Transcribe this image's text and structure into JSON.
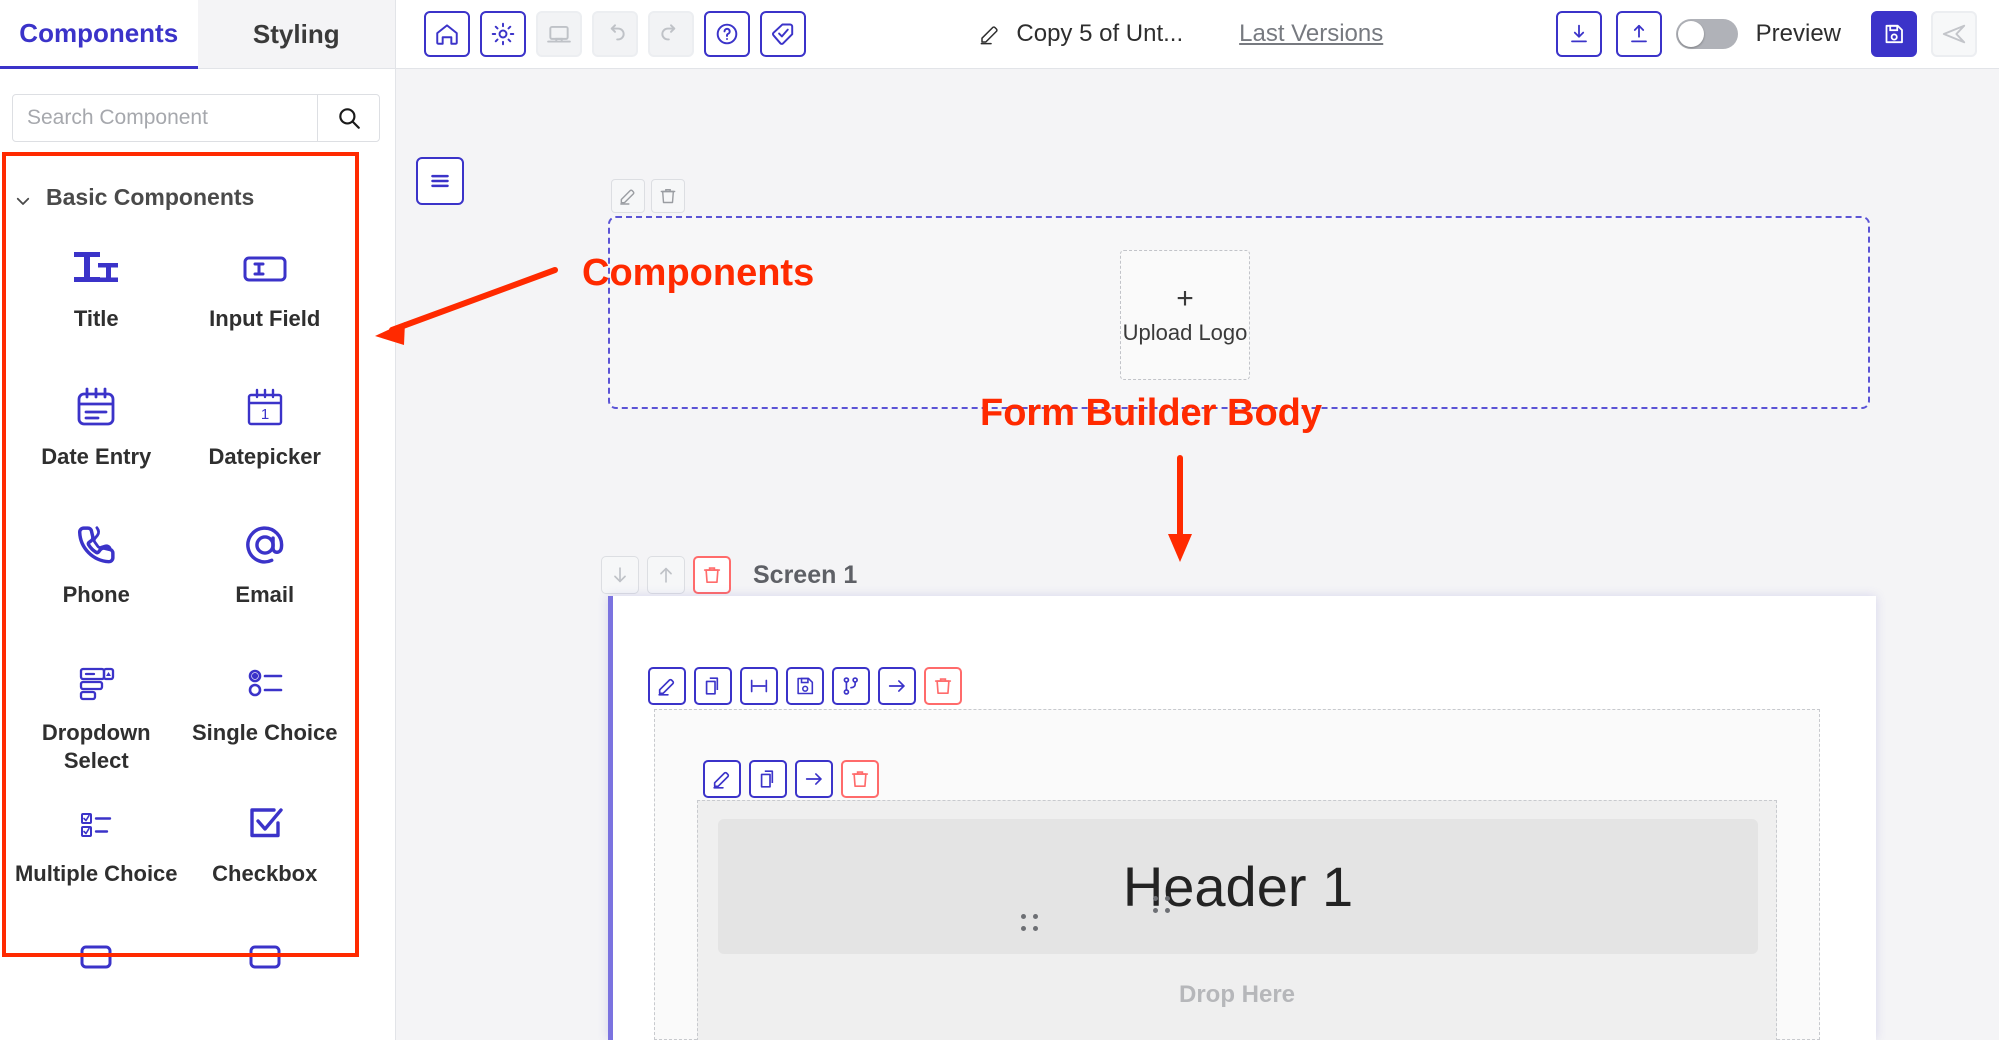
{
  "app": {
    "accent_color": "#3b33c9",
    "annotation_color": "#ff2a00",
    "danger_color": "#ff6b6b"
  },
  "left_panel": {
    "tabs": [
      {
        "label": "Components",
        "active": true
      },
      {
        "label": "Styling",
        "active": false
      }
    ],
    "search": {
      "placeholder": "Search Component",
      "value": "",
      "icon": "search-icon"
    },
    "group": {
      "label": "Basic Components",
      "expanded": true,
      "chevron_icon": "chevron-down-icon"
    },
    "components": [
      {
        "label": "Title",
        "icon": "title-icon"
      },
      {
        "label": "Input Field",
        "icon": "input-field-icon"
      },
      {
        "label": "Date Entry",
        "icon": "date-entry-icon"
      },
      {
        "label": "Datepicker",
        "icon": "datepicker-icon"
      },
      {
        "label": "Phone",
        "icon": "phone-icon"
      },
      {
        "label": "Email",
        "icon": "email-icon"
      },
      {
        "label": "Dropdown Select",
        "icon": "dropdown-select-icon"
      },
      {
        "label": "Single Choice",
        "icon": "single-choice-icon"
      },
      {
        "label": "Multiple Choice",
        "icon": "multiple-choice-icon"
      },
      {
        "label": "Checkbox",
        "icon": "checkbox-icon"
      }
    ]
  },
  "toolbar": {
    "left_buttons": [
      {
        "icon": "home-icon",
        "enabled": true
      },
      {
        "icon": "gear-icon",
        "enabled": true
      },
      {
        "icon": "laptop-icon",
        "enabled": false
      },
      {
        "icon": "undo-icon",
        "enabled": false
      },
      {
        "icon": "redo-icon",
        "enabled": false
      },
      {
        "icon": "help-icon",
        "enabled": true
      },
      {
        "icon": "tag-check-icon",
        "enabled": true
      }
    ],
    "document_title": "Copy 5 of Unt...",
    "edit_title_icon": "pencil-icon",
    "last_versions_label": "Last Versions",
    "right_buttons": [
      {
        "icon": "download-icon",
        "enabled": true
      },
      {
        "icon": "upload-icon",
        "enabled": true
      }
    ],
    "preview": {
      "label": "Preview",
      "enabled": false
    },
    "save": {
      "icon": "save-disk-icon",
      "enabled": true
    },
    "send": {
      "icon": "send-icon",
      "enabled": false
    }
  },
  "canvas": {
    "menu_button_icon": "hamburger-icon",
    "header_zone": {
      "tools": [
        {
          "icon": "pencil-icon"
        },
        {
          "icon": "trash-icon"
        }
      ],
      "upload_logo": {
        "plus": "+",
        "label": "Upload Logo"
      }
    },
    "screen": {
      "name": "Screen 1",
      "tools": [
        {
          "icon": "arrow-down-icon",
          "enabled": false
        },
        {
          "icon": "arrow-up-icon",
          "enabled": false
        },
        {
          "icon": "trash-icon",
          "enabled": true,
          "danger": true
        }
      ]
    },
    "section": {
      "tools": [
        {
          "icon": "pencil-icon"
        },
        {
          "icon": "duplicate-icon"
        },
        {
          "icon": "resize-width-icon"
        },
        {
          "icon": "save-disk-icon"
        },
        {
          "icon": "branch-logic-icon"
        },
        {
          "icon": "arrow-right-icon"
        },
        {
          "icon": "trash-icon",
          "danger": true
        }
      ]
    },
    "row": {
      "tools": [
        {
          "icon": "pencil-icon"
        },
        {
          "icon": "duplicate-icon"
        },
        {
          "icon": "arrow-right-icon"
        },
        {
          "icon": "trash-icon",
          "danger": true
        }
      ],
      "header_text": "Header 1",
      "drop_placeholder": "Drop Here"
    }
  },
  "annotations": [
    {
      "text": "Components",
      "arrow": "left"
    },
    {
      "text": "Form Builder Body",
      "arrow": "down"
    }
  ]
}
